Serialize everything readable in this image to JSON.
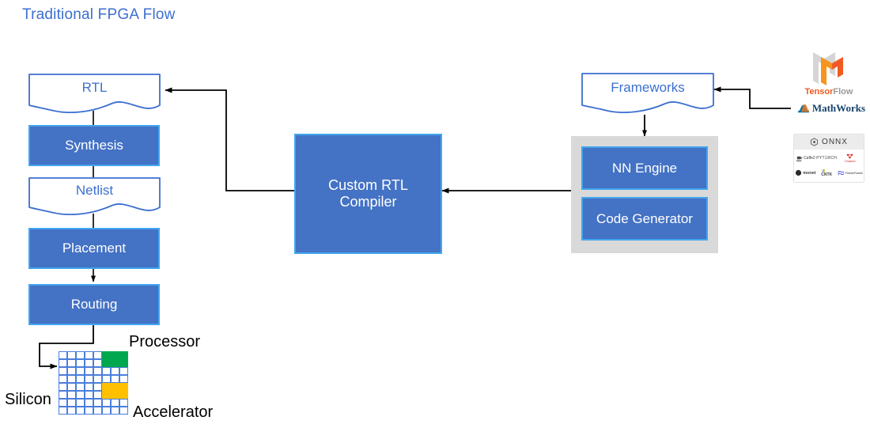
{
  "title": "Traditional FPGA Flow",
  "colors": {
    "title": "#3C6FD0",
    "process_fill": "#4472C4",
    "process_border": "#41A6F0",
    "doc_border": "#3C6FD0",
    "doc_text": "#3C6FD0",
    "panel_gray": "#D9D9D9",
    "grid_line": "#4A7EDB",
    "processor_block": "#00A74F",
    "accelerator_block": "#FFC000",
    "connector": "#000000"
  },
  "fpga_flow": {
    "rtl": {
      "label": "RTL",
      "shape": "document"
    },
    "synthesis": {
      "label": "Synthesis",
      "shape": "process"
    },
    "netlist": {
      "label": "Netlist",
      "shape": "document"
    },
    "placement": {
      "label": "Placement",
      "shape": "process"
    },
    "routing": {
      "label": "Routing",
      "shape": "process"
    }
  },
  "silicon": {
    "label": "Silicon",
    "processor_label": "Processor",
    "accelerator_label": "Accelerator",
    "grid_columns": 8,
    "grid_rows": 8,
    "processor_block": {
      "col_start": 6,
      "col_span": 3,
      "row_start": 1,
      "row_span": 2
    },
    "accelerator_block": {
      "col_start": 6,
      "col_span": 3,
      "row_start": 5,
      "row_span": 2
    }
  },
  "compiler": {
    "label_line1": "Custom RTL",
    "label_line2": "Compiler"
  },
  "ml_side": {
    "frameworks": {
      "label": "Frameworks",
      "shape": "document"
    },
    "engine_panel": {
      "nn_engine": "NN Engine",
      "code_generator": "Code Generator"
    }
  },
  "logos": {
    "tensorflow": {
      "name_part1": "Tensor",
      "name_part2": "Flow",
      "icon": "tensorflow-icon"
    },
    "mathworks": {
      "name": "MathWorks",
      "icon": "mathworks-membrane-icon"
    },
    "onnx": {
      "title": "ONNX",
      "icon": "onnx-icon",
      "members": [
        "Caffe2",
        "PYTΞRCH",
        "Chainer",
        "mxnet",
        "CNTK",
        "PaddlePaddle"
      ]
    }
  }
}
